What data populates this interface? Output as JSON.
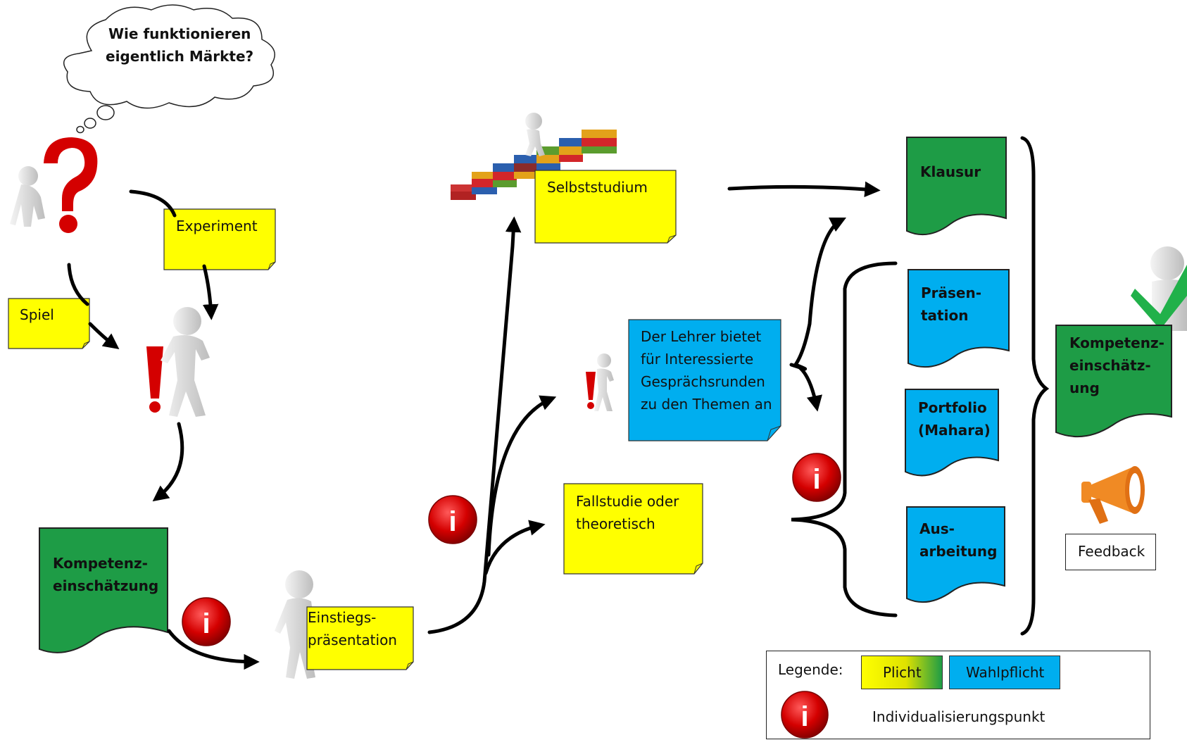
{
  "thought_bubble": {
    "line1": "Wie funktionieren",
    "line2": "eigentlich Märkte?"
  },
  "notes": {
    "experiment": "Experiment",
    "spiel": "Spiel",
    "selbststudium": "Selbststudium",
    "einstieg": "Einstiegs-\npräsentation",
    "fallstudie": "Fallstudie oder\ntheoretisch",
    "lehrer": "Der Lehrer bietet\nfür Interessierte\nGesprächsrunden\nzu den Themen an"
  },
  "documents": {
    "kompetenz_start": "Kompetenz-\neinschätzung",
    "klausur": "Klausur",
    "praesentation": "Präsen-\ntation",
    "portfolio": "Portfolio\n(Mahara)",
    "ausarbeitung": "Aus-\narbeitung",
    "kompetenz_end": "Kompetenz-\neinschätz-\nung"
  },
  "feedback": {
    "label": "Feedback"
  },
  "legend": {
    "title": "Legende:",
    "plicht": "Plicht",
    "wahlpflicht": "Wahlpflicht",
    "individual": "Individualisierungspunkt"
  },
  "info_badge": "i",
  "colors": {
    "yellow_note": "#ffff00",
    "green_doc": "#1e9c46",
    "blue_doc": "#00aeef",
    "info_red": "#cc0000",
    "arrow": "#000000"
  }
}
